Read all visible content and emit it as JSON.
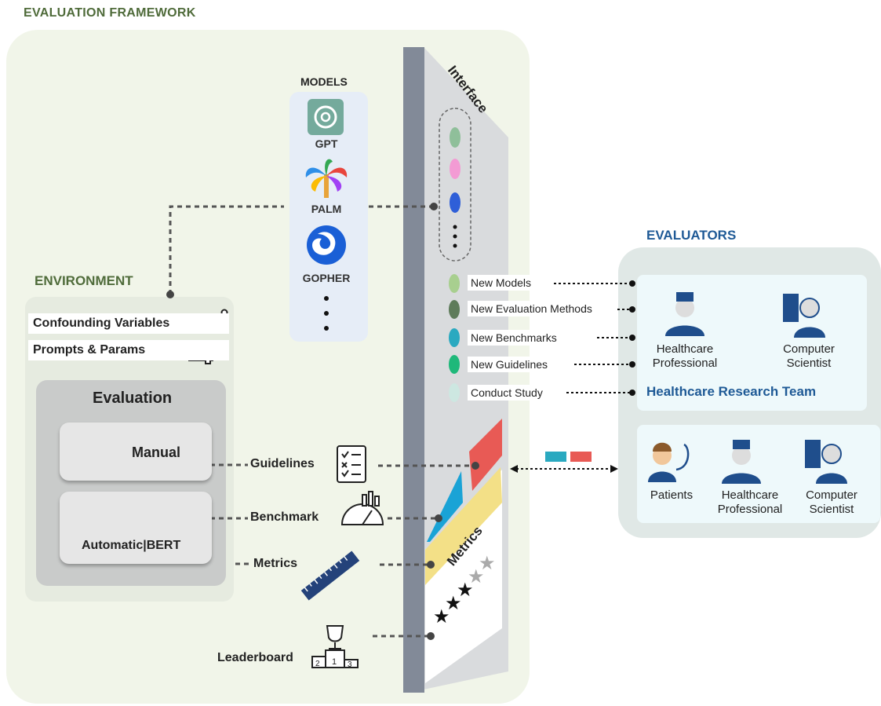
{
  "framework": {
    "title": "EVALUATION FRAMEWORK"
  },
  "models": {
    "title": "MODELS",
    "items": [
      {
        "name": "GPT",
        "icon": "openai-logo-icon",
        "color": "#74aa9c"
      },
      {
        "name": "PALM",
        "icon": "palm-tree-logo-icon",
        "color": "#e8a33a"
      },
      {
        "name": "GOPHER",
        "icon": "deepmind-logo-icon",
        "color": "#1a5fd6"
      }
    ]
  },
  "interface": {
    "title": "Interface",
    "dots": [
      "#8fbf9a",
      "#f39bd4",
      "#2f5fd8"
    ],
    "items": [
      {
        "label": "New Models",
        "dot": "#a8cf8f"
      },
      {
        "label": "New Evaluation Methods",
        "dot": "#5e7b5a"
      },
      {
        "label": "New Benchmarks",
        "dot": "#2aa9c0"
      },
      {
        "label": "New Guidelines",
        "dot": "#1fb87a"
      },
      {
        "label": "Conduct Study",
        "dot": "#cde7e1"
      }
    ],
    "metrics_label": "Metrics"
  },
  "environment": {
    "title": "ENVIRONMENT",
    "confounding": "Confounding Variables",
    "prompts": "Prompts & Params",
    "evaluation": {
      "title": "Evaluation",
      "manual": "Manual",
      "automatic": "Automatic|BERT"
    }
  },
  "connectors": {
    "guidelines": "Guidelines",
    "benchmark": "Benchmark",
    "metrics": "Metrics",
    "leaderboard": "Leaderboard"
  },
  "evaluators": {
    "title": "EVALUATORS",
    "team": {
      "title": "Healthcare Research Team",
      "members": [
        {
          "line1": "Healthcare",
          "line2": "Professional"
        },
        {
          "line1": "Computer",
          "line2": "Scientist"
        }
      ]
    },
    "study": {
      "members": [
        {
          "line1": "Patients",
          "line2": ""
        },
        {
          "line1": "Healthcare",
          "line2": "Professional"
        },
        {
          "line1": "Computer",
          "line2": "Scientist"
        }
      ]
    }
  },
  "colors": {
    "framework_bg": "#f1f5e9",
    "env_bg": "#e6ebe0",
    "eval_panel_bg": "#c9cbca",
    "models_bg": "#e6edf7",
    "evaluators_bg": "#e0e8e6",
    "team_bg": "#eef9fb",
    "interface_bar": "#828a98",
    "interface_face": "#d9dbdd",
    "accent_green": "#4f6b3a",
    "accent_blue": "#1f5a96",
    "red": "#e85a55",
    "cyan": "#1aa3d6",
    "yellow": "#f3e087"
  }
}
